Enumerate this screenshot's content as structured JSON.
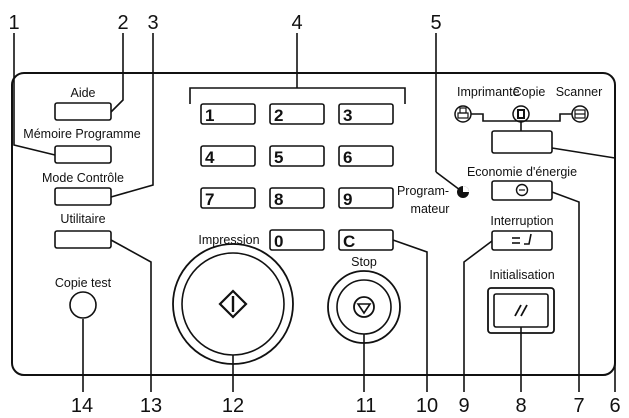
{
  "callouts": [
    "1",
    "2",
    "3",
    "4",
    "5",
    "6",
    "7",
    "8",
    "9",
    "10",
    "11",
    "12",
    "13",
    "14"
  ],
  "left_labels": {
    "aide": "Aide",
    "memoire": "Mémoire Programme",
    "mode_controle": "Mode Contrôle",
    "utilitaire": "Utilitaire",
    "copie_test": "Copie test"
  },
  "keypad": [
    "1",
    "2",
    "3",
    "4",
    "5",
    "6",
    "7",
    "8",
    "9",
    "0",
    "C"
  ],
  "center_labels": {
    "impression": "Impression",
    "stop": "Stop"
  },
  "right_labels": {
    "imprimante": "Imprimante",
    "copie": "Copie",
    "scanner": "Scanner",
    "programmateur_1": "Program-",
    "programmateur_2": "mateur",
    "economie": "Economie d'énergie",
    "interruption": "Interruption",
    "initialisation": "Initialisation"
  },
  "icons": {
    "start": "start-diamond-icon",
    "stop": "stop-icon",
    "energy": "energy-saver-icon",
    "interrupt": "interrupt-icon",
    "reset": "reset-icon",
    "printer": "printer-icon",
    "copy": "copy-icon",
    "scanner": "scanner-icon",
    "timer": "timer-icon"
  }
}
